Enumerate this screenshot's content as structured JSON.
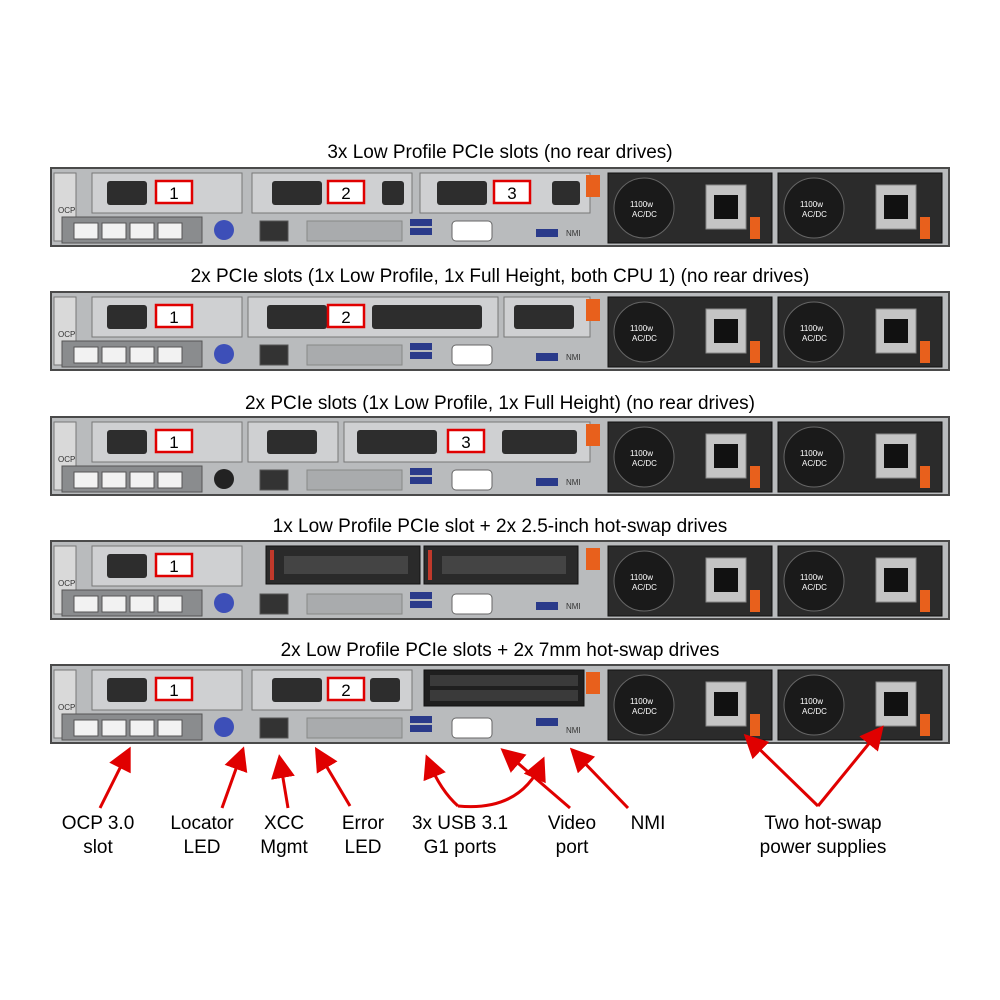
{
  "configs": [
    {
      "caption": "3x Low Profile PCIe slots (no rear drives)",
      "slots": [
        "1",
        "2",
        "3"
      ]
    },
    {
      "caption": "2x PCIe slots (1x Low Profile, 1x Full Height, both CPU 1) (no rear drives)",
      "slots": [
        "1",
        "2"
      ]
    },
    {
      "caption": "2x PCIe slots (1x Low Profile, 1x Full Height) (no rear drives)",
      "slots": [
        "1",
        "3"
      ]
    },
    {
      "caption": "1x Low Profile PCIe slot + 2x 2.5-inch hot-swap drives",
      "slots": [
        "1"
      ]
    },
    {
      "caption": "2x Low Profile PCIe slots + 2x 7mm hot-swap drives",
      "slots": [
        "1",
        "2"
      ]
    }
  ],
  "chassis_labels": {
    "ocp": "OCP",
    "nmi": "NMI",
    "psu_watt": "1100w",
    "psu_type": "AC/DC"
  },
  "callouts": {
    "ocp": [
      "OCP 3.0",
      "slot"
    ],
    "locator": [
      "Locator",
      "LED"
    ],
    "xcc": [
      "XCC",
      "Mgmt"
    ],
    "error": [
      "Error",
      "LED"
    ],
    "usb": [
      "3x USB 3.1",
      "G1 ports"
    ],
    "video": [
      "Video",
      "port"
    ],
    "nmi": [
      "NMI"
    ],
    "psu": [
      "Two hot-swap",
      "power supplies"
    ]
  },
  "colors": {
    "arrow": "#e00000",
    "slot_box": "#e00000",
    "orange_tab": "#e8601c",
    "blue_button": "#3d4fb8",
    "psu_body": "#2b2b2b",
    "drive_red": "#c0392b"
  }
}
